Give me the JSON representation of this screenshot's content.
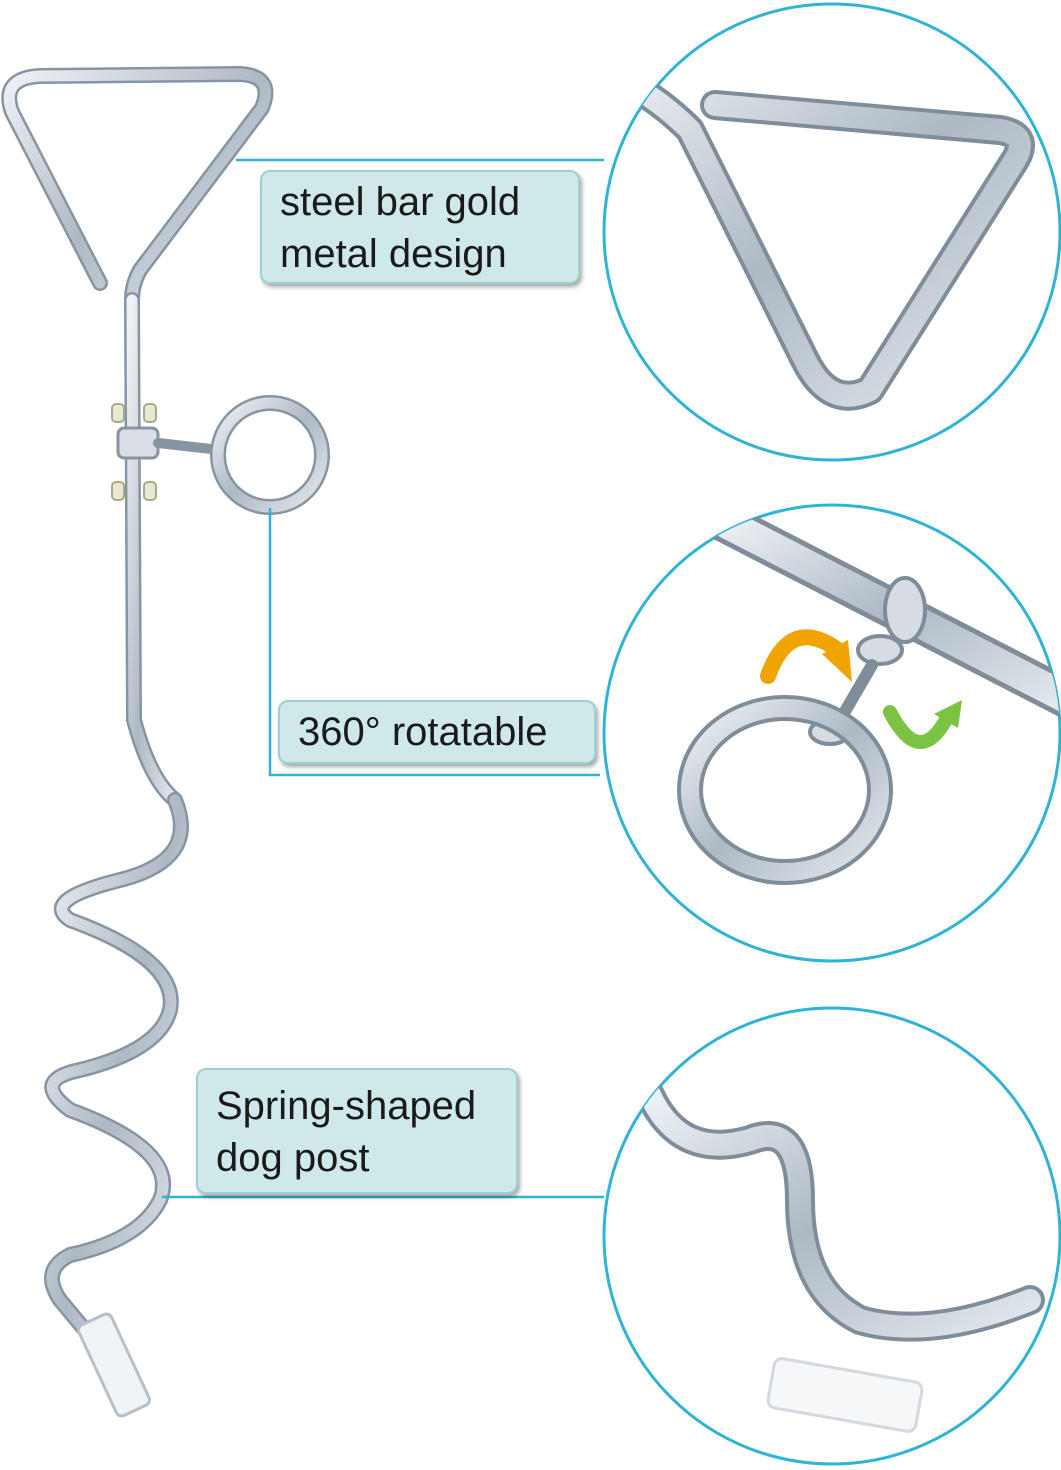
{
  "callouts": [
    {
      "lines": [
        "steel bar gold",
        "metal design"
      ]
    },
    {
      "lines": [
        "360°  rotatable"
      ]
    },
    {
      "lines": [
        "Spring-shaped",
        "dog post"
      ]
    }
  ],
  "colors": {
    "accent_line": "#2fb3d6",
    "label_fill": "#cfe9ea",
    "metal": "#c9d3dc",
    "arrow_orange": "#f0a400",
    "arrow_green": "#7cc243"
  }
}
